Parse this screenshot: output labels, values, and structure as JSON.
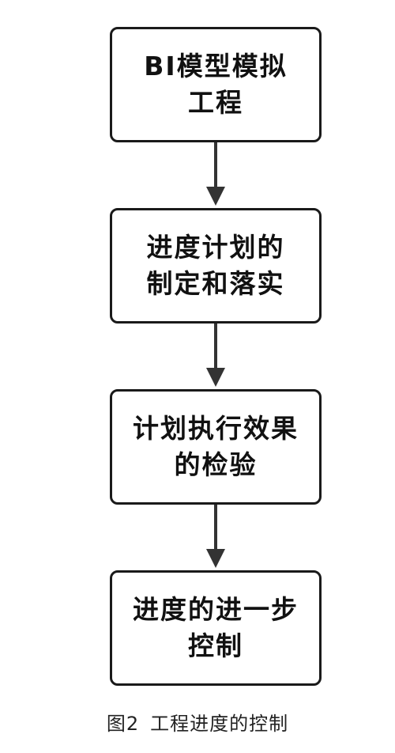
{
  "diagram": {
    "boxes": [
      {
        "lines": [
          "BI模型模拟",
          "工程"
        ]
      },
      {
        "lines": [
          "进度计划的",
          "制定和落实"
        ]
      },
      {
        "lines": [
          "计划执行效果",
          "的检验"
        ]
      },
      {
        "lines": [
          "进度的进一步",
          "控制"
        ]
      }
    ]
  },
  "caption": {
    "figure_number": "图2",
    "text": "工程进度的控制"
  },
  "colors": {
    "box_border": "#1a1a1a",
    "arrow": "#333333",
    "text": "#111111"
  }
}
